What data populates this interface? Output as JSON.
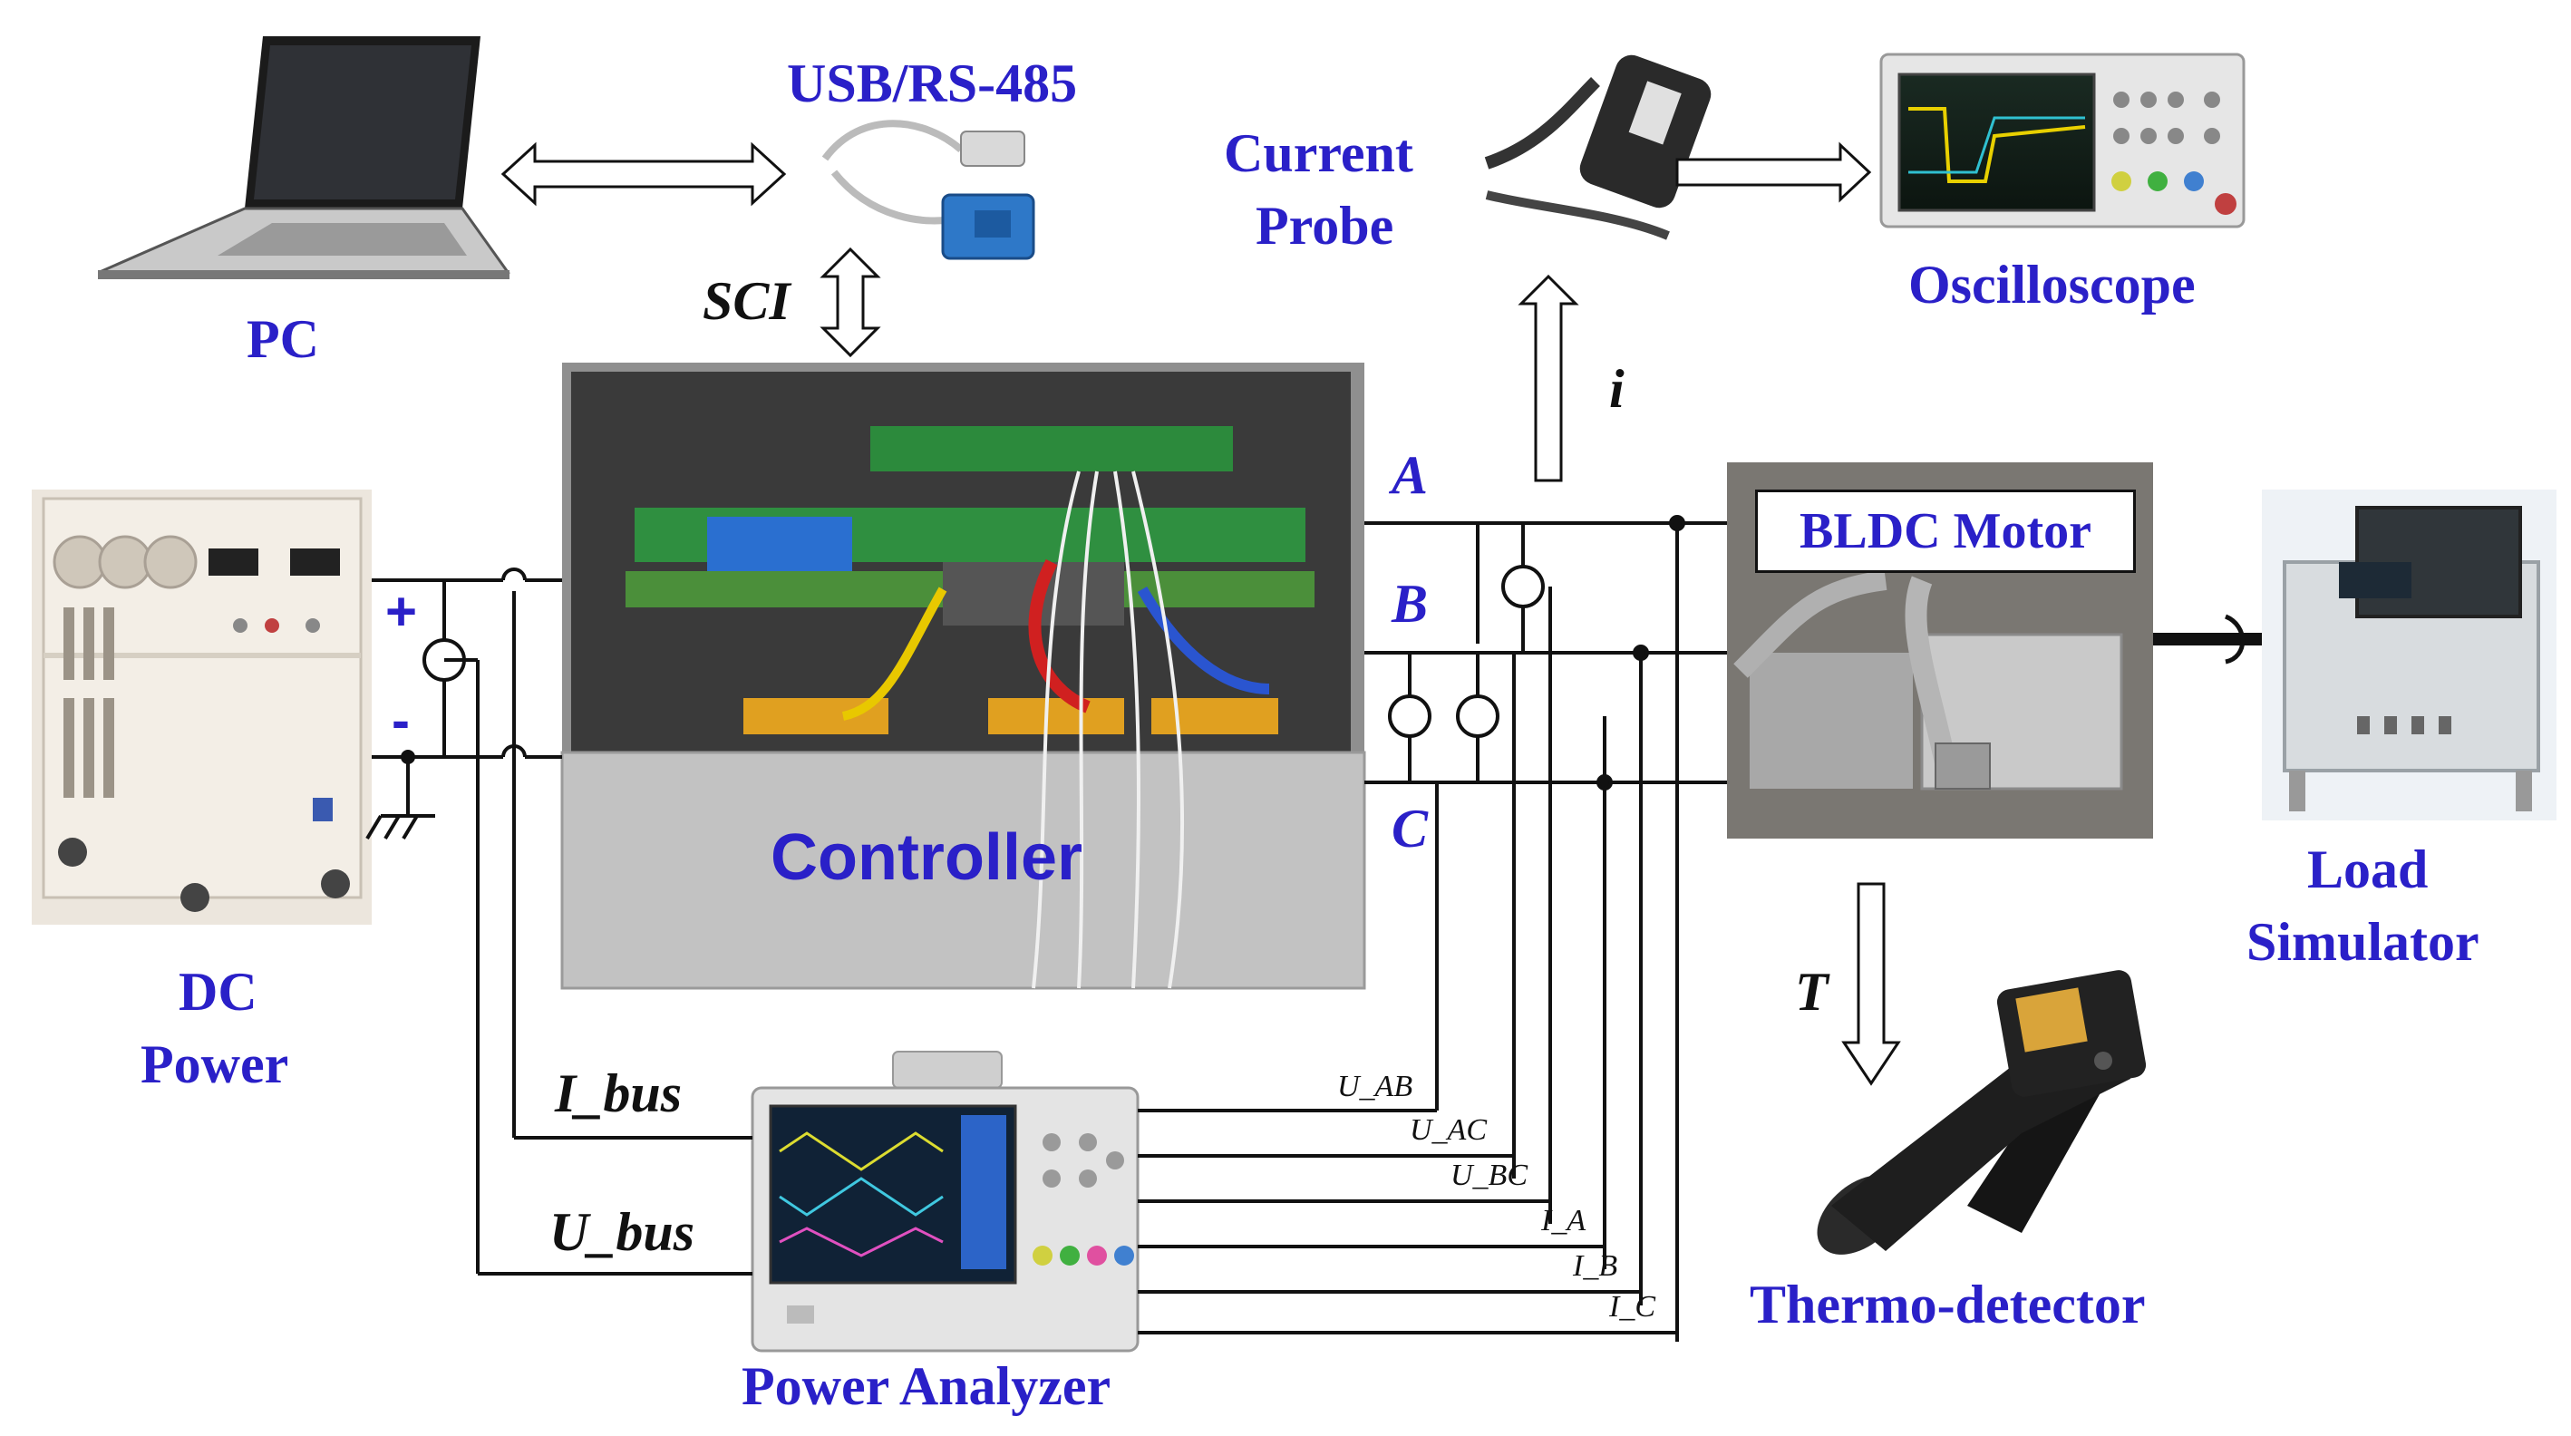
{
  "labels": {
    "usb": "USB/RS-485",
    "pc": "PC",
    "sci": "SCI",
    "current_probe_line1": "Current",
    "current_probe_line2": "Probe",
    "oscilloscope": "Oscilloscope",
    "i": "i",
    "dc_line1": "DC",
    "dc_line2": "Power",
    "plus": "+",
    "minus": "-",
    "controller": "Controller",
    "phase_a": "A",
    "phase_b": "B",
    "phase_c": "C",
    "bldc_motor": "BLDC Motor",
    "load_line1": "Load",
    "load_line2": "Simulator",
    "t": "T",
    "thermo": "Thermo-detector",
    "power_analyzer": "Power Analyzer",
    "i_bus": "I_bus",
    "u_bus": "U_bus",
    "u_ab": "U_AB",
    "u_ac": "U_AC",
    "u_bc": "U_BC",
    "i_a": "I_A",
    "i_b": "I_B",
    "i_c": "I_C"
  },
  "colors": {
    "label_blue": "#2a20c8",
    "wire": "#111111"
  }
}
